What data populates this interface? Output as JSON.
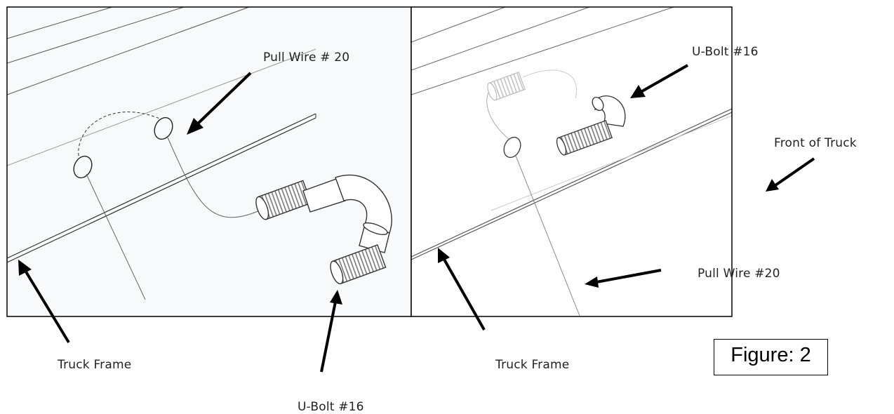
{
  "labels": {
    "pull_wire_left": "Pull Wire # 20",
    "u_bolt_top_right": "U-Bolt #16",
    "front_of_truck": "Front of Truck",
    "pull_wire_right": "Pull Wire #20",
    "truck_frame_left": "Truck Frame",
    "truck_frame_right": "Truck Frame",
    "u_bolt_bottom": "U-Bolt #16"
  },
  "figure_caption": "Figure: 2"
}
